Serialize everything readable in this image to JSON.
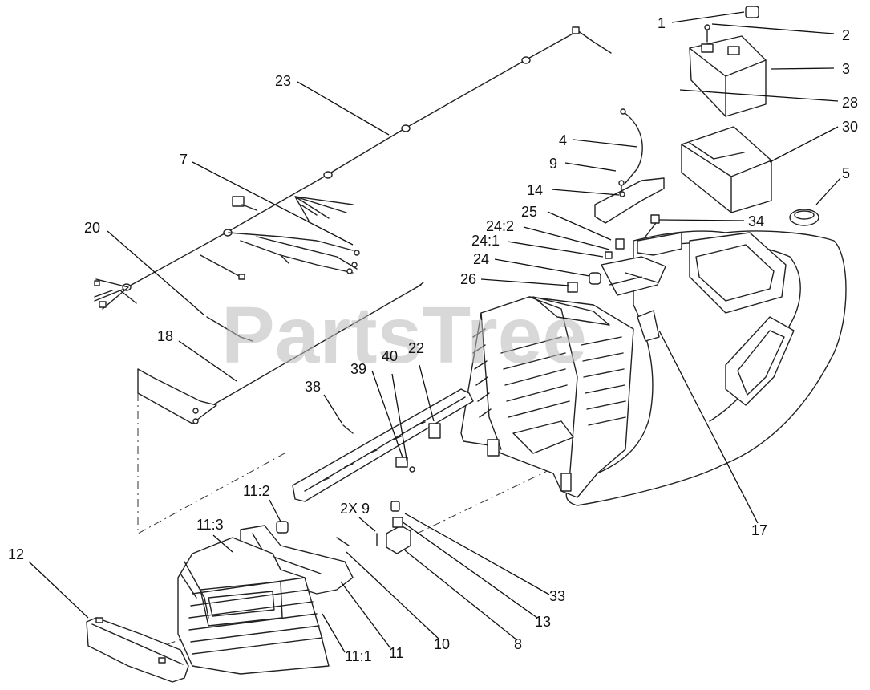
{
  "watermark": "PartsTree",
  "labels": {
    "p1": "1",
    "p2": "2",
    "p3": "3",
    "p28": "28",
    "p30": "30",
    "p4": "4",
    "p9": "9",
    "p14": "14",
    "p5": "5",
    "p34": "34",
    "p25": "25",
    "p24_2": "24:2",
    "p24_1": "24:1",
    "p24": "24",
    "p26": "26",
    "p23": "23",
    "p7": "7",
    "p20": "20",
    "p18": "18",
    "p39": "39",
    "p40": "40",
    "p22": "22",
    "p38": "38",
    "p17": "17",
    "p11_2": "11:2",
    "p11_3": "11:3",
    "p2x9": "2X 9",
    "p12": "12",
    "p33": "33",
    "p13": "13",
    "p8": "8",
    "p10": "10",
    "p11": "11",
    "p11_1": "11:1"
  }
}
